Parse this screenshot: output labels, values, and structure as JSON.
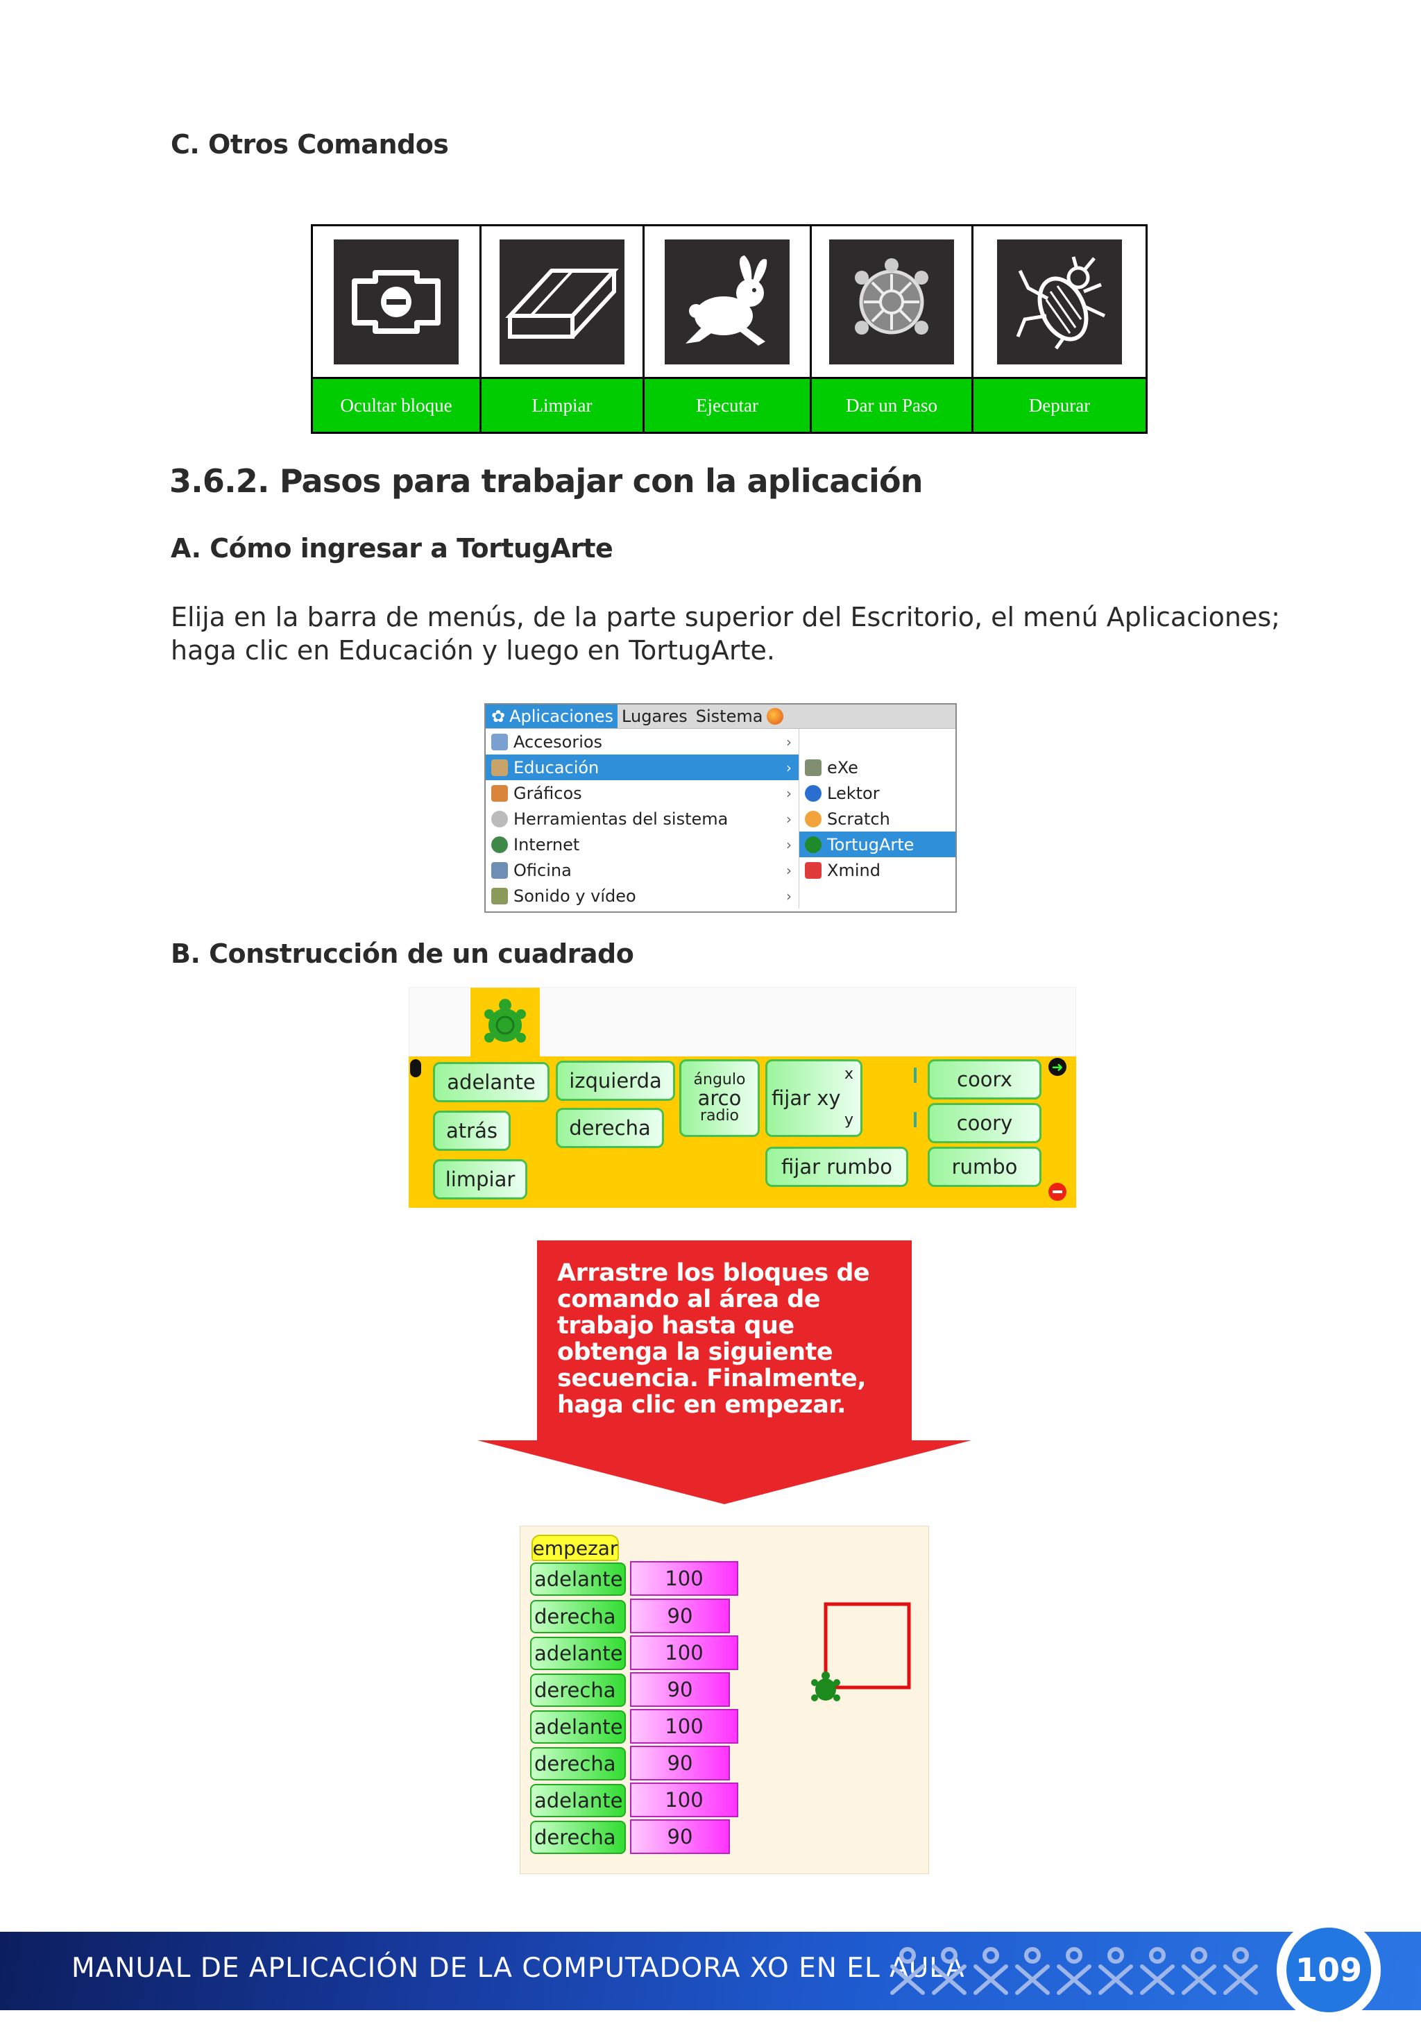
{
  "section_c": {
    "title": "C. Otros Comandos"
  },
  "commands": [
    {
      "label": "Ocultar bloque",
      "icon": "hide-block-icon"
    },
    {
      "label": "Limpiar",
      "icon": "eraser-icon"
    },
    {
      "label": "Ejecutar",
      "icon": "rabbit-icon"
    },
    {
      "label": "Dar un Paso",
      "icon": "turtle-icon"
    },
    {
      "label": "Depurar",
      "icon": "bug-icon"
    }
  ],
  "section_362": {
    "title": "3.6.2. Pasos para trabajar con la aplicación"
  },
  "section_a": {
    "title": "A. Cómo ingresar a TortugArte",
    "paragraph": "Elija en la barra de menús, de la parte superior del Escritorio, el menú Aplicaciones; haga clic en Educación y luego en TortugArte."
  },
  "menu": {
    "bar": [
      "Aplicaciones",
      "Lugares",
      "Sistema"
    ],
    "items": [
      "Accesorios",
      "Educación",
      "Gráficos",
      "Herramientas del sistema",
      "Internet",
      "Oficina",
      "Sonido y vídeo"
    ],
    "selected_item": "Educación",
    "submenu": [
      "eXe",
      "Lektor",
      "Scratch",
      "TortugArte",
      "Xmind"
    ],
    "selected_submenu": "TortugArte"
  },
  "section_b": {
    "title": "B. Construcción de un cuadrado"
  },
  "palette": {
    "blocks": {
      "adelante": "adelante",
      "atras": "atrás",
      "limpiar": "limpiar",
      "izquierda": "izquierda",
      "derecha": "derecha",
      "angulo": "ángulo",
      "arco": "arco",
      "radio": "radio",
      "fijar_xy": "fijar xy",
      "x": "x",
      "y": "y",
      "fijar_rumbo": "fijar rumbo",
      "coorx": "coorx",
      "coory": "coory",
      "rumbo": "rumbo"
    }
  },
  "instruction": "Arrastre los bloques de comando al área de trabajo hasta que obtenga la siguiente secuencia. Finalmente, haga clic en empezar.",
  "program": {
    "start": "empezar",
    "steps": [
      {
        "command": "adelante",
        "value": "100"
      },
      {
        "command": "derecha",
        "value": "90"
      },
      {
        "command": "adelante",
        "value": "100"
      },
      {
        "command": "derecha",
        "value": "90"
      },
      {
        "command": "adelante",
        "value": "100"
      },
      {
        "command": "derecha",
        "value": "90"
      },
      {
        "command": "adelante",
        "value": "100"
      },
      {
        "command": "derecha",
        "value": "90"
      }
    ]
  },
  "footer": {
    "text": "MANUAL DE APLICACIÓN DE LA COMPUTADORA XO EN EL AULA",
    "page": "109"
  },
  "colors": {
    "command_label_bg": "#00cc00",
    "palette_bg": "#ffcc00",
    "arrow_red": "#e8262a",
    "footer_blue": "#1f5bd0"
  }
}
